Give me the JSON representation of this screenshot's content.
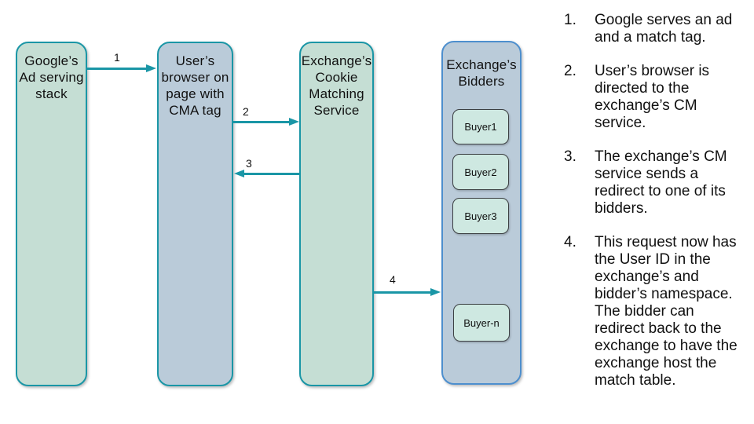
{
  "diagram": {
    "nodes": [
      {
        "id": "google-ad-stack",
        "label": "Google’s\nAd serving\nstack"
      },
      {
        "id": "user-browser",
        "label": "User’s\nbrowser on\npage with\nCMA tag"
      },
      {
        "id": "cookie-matching-service",
        "label": "Exchange’s\nCookie\nMatching\nService"
      },
      {
        "id": "exchange-bidders",
        "label": "Exchange’s\nBidders"
      }
    ],
    "buyers": [
      "Buyer1",
      "Buyer2",
      "Buyer3",
      "Buyer-n"
    ],
    "arrows": [
      {
        "label": "1",
        "from": "google-ad-stack",
        "to": "user-browser",
        "direction": "right"
      },
      {
        "label": "2",
        "from": "user-browser",
        "to": "cookie-matching-service",
        "direction": "right"
      },
      {
        "label": "3",
        "from": "cookie-matching-service",
        "to": "user-browser",
        "direction": "left"
      },
      {
        "label": "4",
        "from": "cookie-matching-service",
        "to": "exchange-bidders",
        "direction": "right"
      }
    ],
    "colors": {
      "green_fill": "#c5ded4",
      "blue_fill": "#bacbd9",
      "teal_border": "#1a96a6",
      "blue_border": "#4d8fce",
      "buyer_fill": "#cee8e1",
      "buyer_border": "#3c4043"
    }
  },
  "steps": [
    {
      "num": "1.",
      "text": "Google serves an ad and a match tag."
    },
    {
      "num": "2.",
      "text": "User’s browser is directed to the exchange’s CM service."
    },
    {
      "num": "3.",
      "text": "The exchange’s CM service sends a redirect to one of its bidders."
    },
    {
      "num": "4.",
      "text": "This request now has the User ID in the exchange’s and bidder’s namespace. The bidder can redirect back to the exchange to have the exchange host the match table."
    }
  ]
}
